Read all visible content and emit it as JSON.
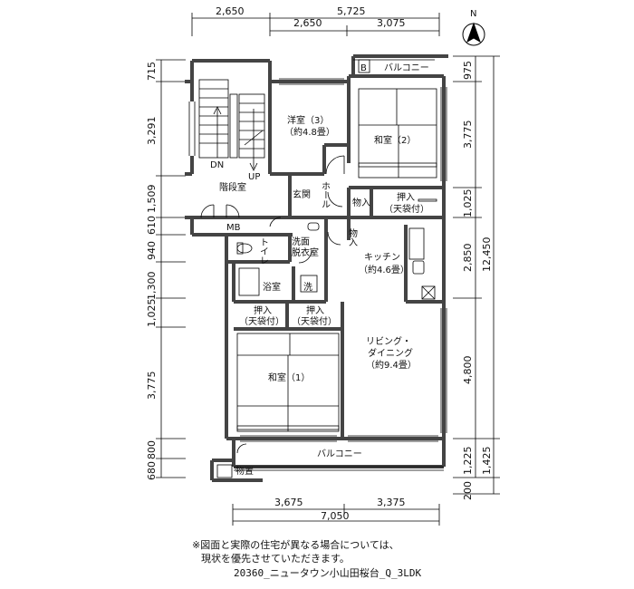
{
  "compass": {
    "label": "N"
  },
  "dims_top": {
    "row1": [
      "2,650",
      "5,725"
    ],
    "row2": [
      "2,650",
      "3,075"
    ]
  },
  "dims_left": [
    "715",
    "3,291",
    "1,509",
    "610",
    "940",
    "1,300",
    "1,025",
    "3,775",
    "800",
    "680"
  ],
  "dims_right_inner": [
    "975",
    "3,775",
    "1,025",
    "2,850",
    "4,800",
    "1,225"
  ],
  "dims_right_outer": [
    "12,450",
    "1,425",
    "200"
  ],
  "dims_bottom": {
    "row1": [
      "3,675",
      "3,375"
    ],
    "row2": [
      "7,050"
    ]
  },
  "rooms": {
    "balcony_top": "バルコニー",
    "b_box": "B",
    "western": "洋室（3）",
    "western_size": "（約4.8畳）",
    "wa2": "和室（2）",
    "stair_dn": "DN",
    "stair_up": "UP",
    "stairhall": "階段室",
    "genkan": "玄関",
    "hall": "ホール",
    "storage1": "物入",
    "oshiire_top": "押入",
    "tenbukuro_top": "（天袋付）",
    "mb": "MB",
    "storage2": "物入",
    "toilet": "トイレ",
    "senmen1": "洗面",
    "senmen2": "脱衣室",
    "kitchen": "キッチン",
    "kitchen_size": "（約4.6畳）",
    "bath": "浴室",
    "sen": "洗",
    "oshiire_a": "押入",
    "tenbukuro_a": "（天袋付）",
    "oshiire_b": "押入",
    "tenbukuro_b": "（天袋付）",
    "living1": "リビング・",
    "living2": "ダイニング",
    "living_size": "（約9.4畳）",
    "wa1": "和室（1）",
    "balcony_bottom": "バルコニー",
    "monooki": "物置"
  },
  "note": {
    "line1": "※図面と実際の住宅が異なる場合については、",
    "line2": "現状を優先させていただきます。"
  },
  "title": "20360_ニュータウン小山田桜台_Q_3LDK"
}
